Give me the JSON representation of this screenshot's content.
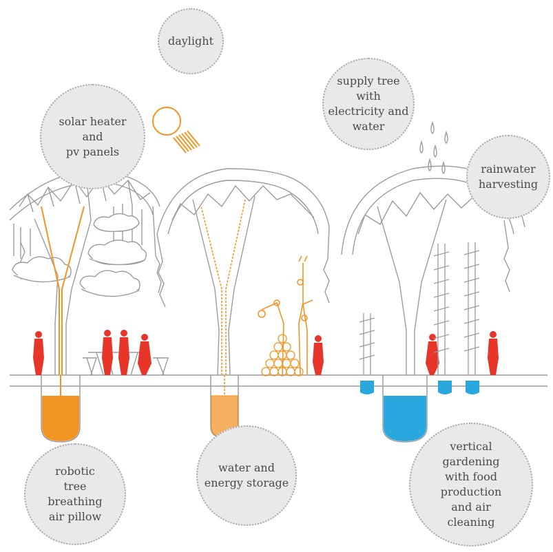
{
  "colors": {
    "line": "#9b9b9d",
    "orange": "#f29422",
    "red": "#e8352a",
    "blue": "#29a8e0",
    "bubble_fill": "#e9e9ea",
    "bubble_border": "#a9a9ab",
    "text": "#4a4a4a"
  },
  "labels": {
    "daylight": [
      "daylight"
    ],
    "supply": [
      "supply tree",
      "with",
      "electricity and",
      "water"
    ],
    "solar": [
      "solar heater",
      "and",
      "pv panels"
    ],
    "rainwater": [
      "rainwater",
      "harvesting"
    ],
    "robotic": [
      "robotic",
      "tree",
      "breathing",
      "air pillow"
    ],
    "storage": [
      "water and",
      "energy storage"
    ],
    "vertical": [
      "vertical",
      "gardening",
      "with food",
      "production",
      "and air",
      "cleaning"
    ]
  }
}
